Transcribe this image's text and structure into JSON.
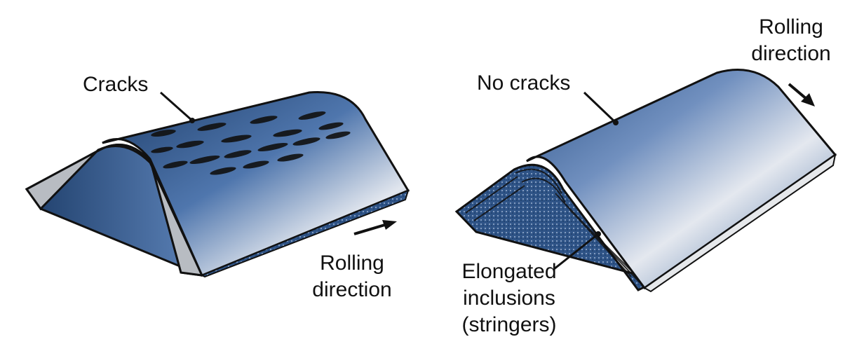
{
  "figure": {
    "left_panel": {
      "cracks_label": "Cracks",
      "rolling_direction_label": [
        "Rolling",
        "direction"
      ]
    },
    "right_panel": {
      "no_cracks_label": "No cracks",
      "rolling_direction_label": [
        "Rolling",
        "direction"
      ],
      "inclusions_label": [
        "Elongated",
        "inclusions",
        "(stringers)"
      ]
    }
  },
  "colors": {
    "steel_blue_dark": "#1f3f6b",
    "steel_blue_mid": "#4f76ad",
    "steel_blue_light": "#d7dde8",
    "edge_gray": "#b8bcc2",
    "outline": "#111111"
  },
  "icons": [
    "arrow-icon"
  ]
}
